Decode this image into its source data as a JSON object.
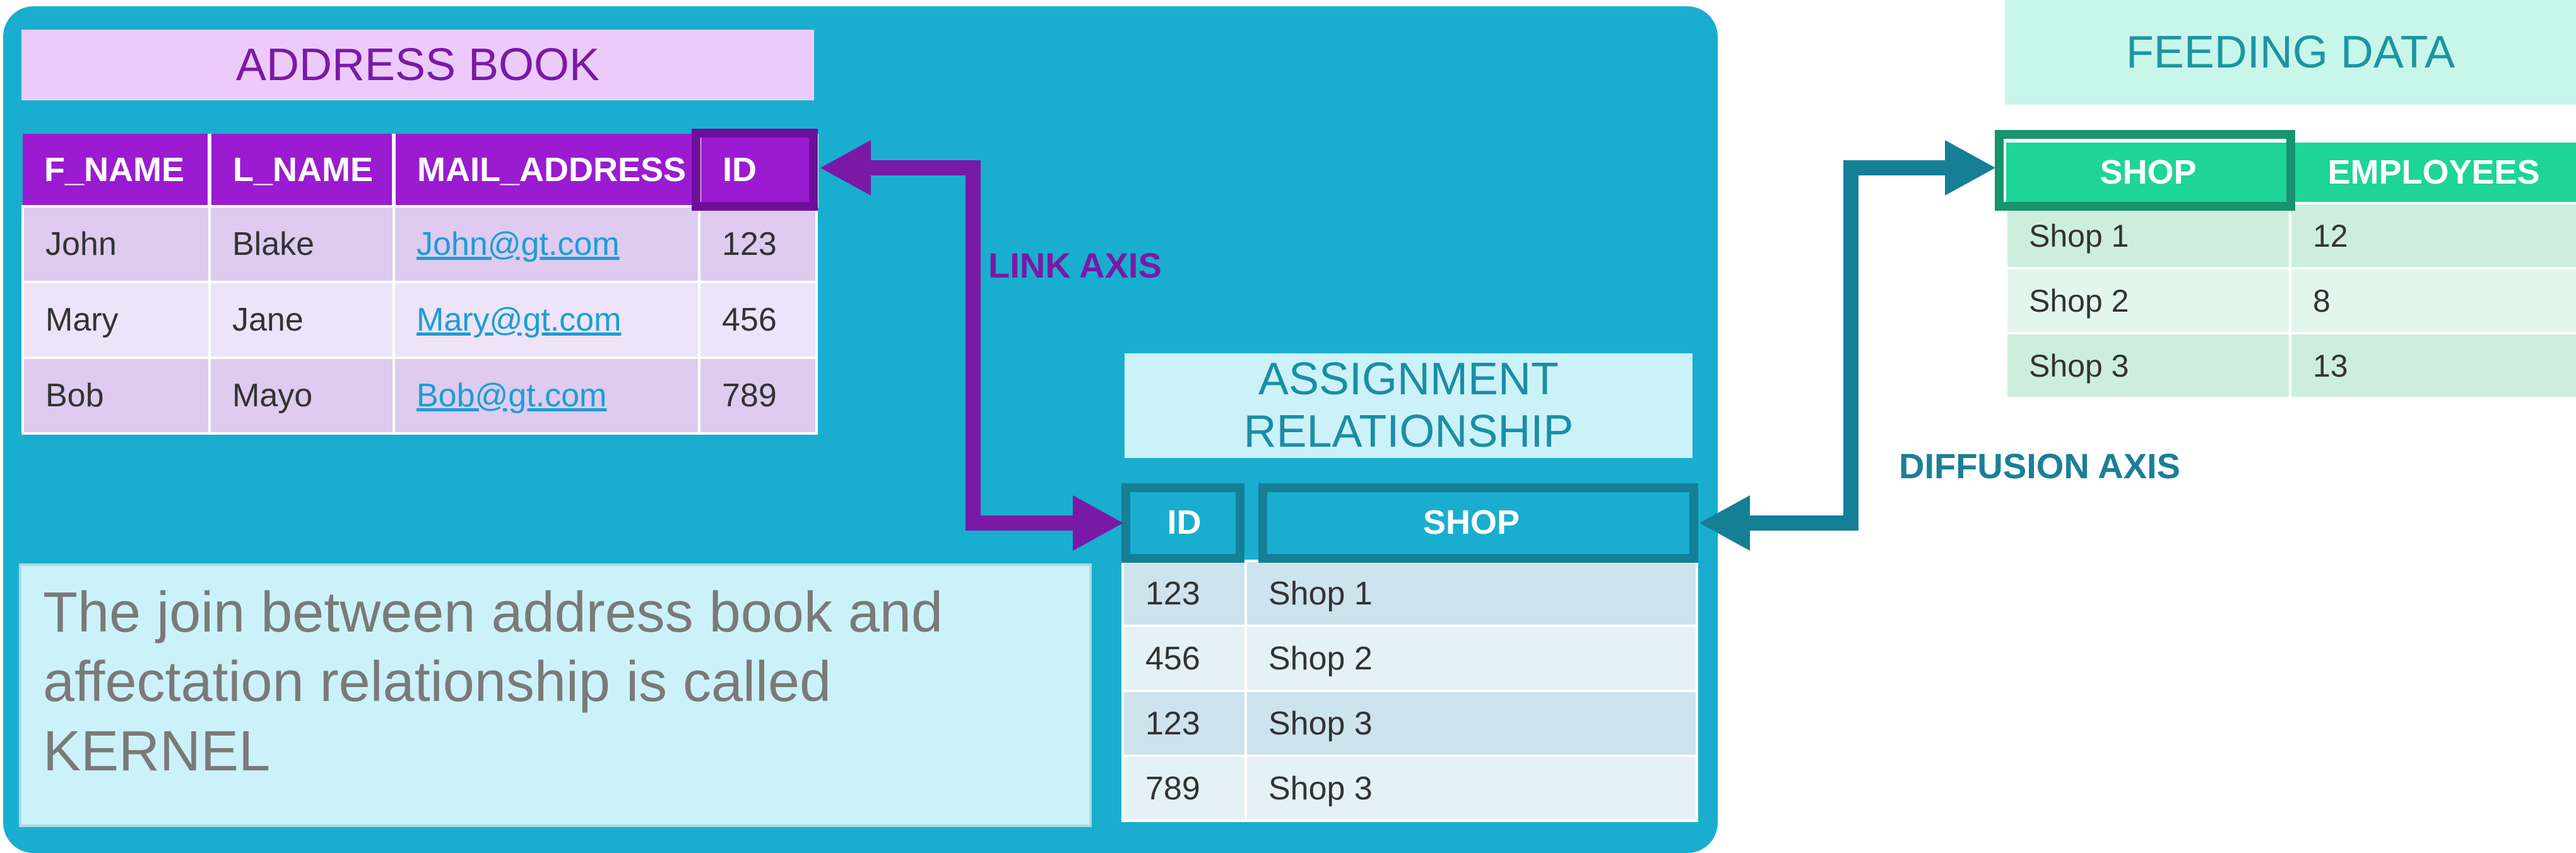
{
  "address_book": {
    "title": "ADDRESS BOOK",
    "headers": [
      "F_NAME",
      "L_NAME",
      "MAIL_ADDRESS",
      "ID"
    ],
    "rows": [
      [
        "John",
        "Blake",
        "John@gt.com",
        "123"
      ],
      [
        "Mary",
        "Jane",
        "Mary@gt.com",
        "456"
      ],
      [
        "Bob",
        "Mayo",
        "Bob@gt.com",
        "789"
      ]
    ]
  },
  "assignment": {
    "title_line1": "ASSIGNMENT",
    "title_line2": "RELATIONSHIP",
    "headers": [
      "ID",
      "SHOP"
    ],
    "rows": [
      [
        "123",
        "Shop 1"
      ],
      [
        "456",
        "Shop 2"
      ],
      [
        "123",
        "Shop 3"
      ],
      [
        "789",
        "Shop 3"
      ]
    ]
  },
  "feeding": {
    "title": "FEEDING DATA",
    "headers": [
      "SHOP",
      "EMPLOYEES"
    ],
    "rows": [
      [
        "Shop 1",
        "12"
      ],
      [
        "Shop 2",
        "8"
      ],
      [
        "Shop 3",
        "13"
      ]
    ]
  },
  "axes": {
    "link": "LINK AXIS",
    "diffusion": "DIFFUSION AXIS"
  },
  "note": "The join between address book and affectation relationship is called KERNEL",
  "colors": {
    "panel": "#19aecf",
    "purple": "#7a19a6",
    "teal_dark": "#157f96",
    "green": "#1ed597"
  }
}
